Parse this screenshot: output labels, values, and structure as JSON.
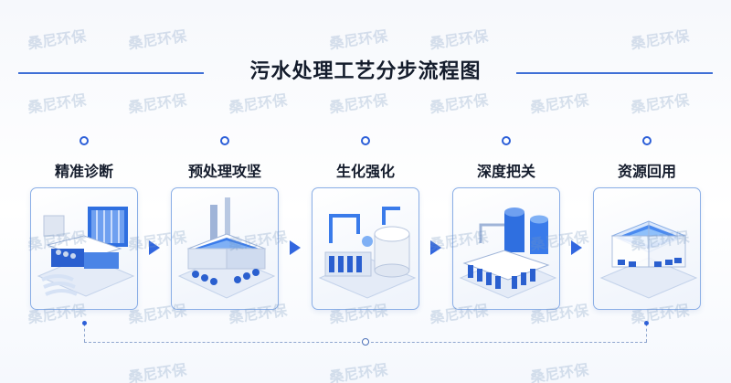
{
  "title": "污水处理工艺分步流程图",
  "steps": [
    {
      "label": "精准诊断",
      "icon": "diagnosis-facility-icon"
    },
    {
      "label": "预处理攻坚",
      "icon": "pretreatment-facility-icon"
    },
    {
      "label": "生化强化",
      "icon": "biochemical-facility-icon"
    },
    {
      "label": "深度把关",
      "icon": "advanced-treatment-facility-icon"
    },
    {
      "label": "资源回用",
      "icon": "water-reuse-facility-icon"
    }
  ],
  "watermark": "桑尼环保",
  "colors": {
    "accent": "#2c5fd8",
    "arrow": "#3166df",
    "card_border": "#8aaee6",
    "tank": "#3a7bea"
  }
}
